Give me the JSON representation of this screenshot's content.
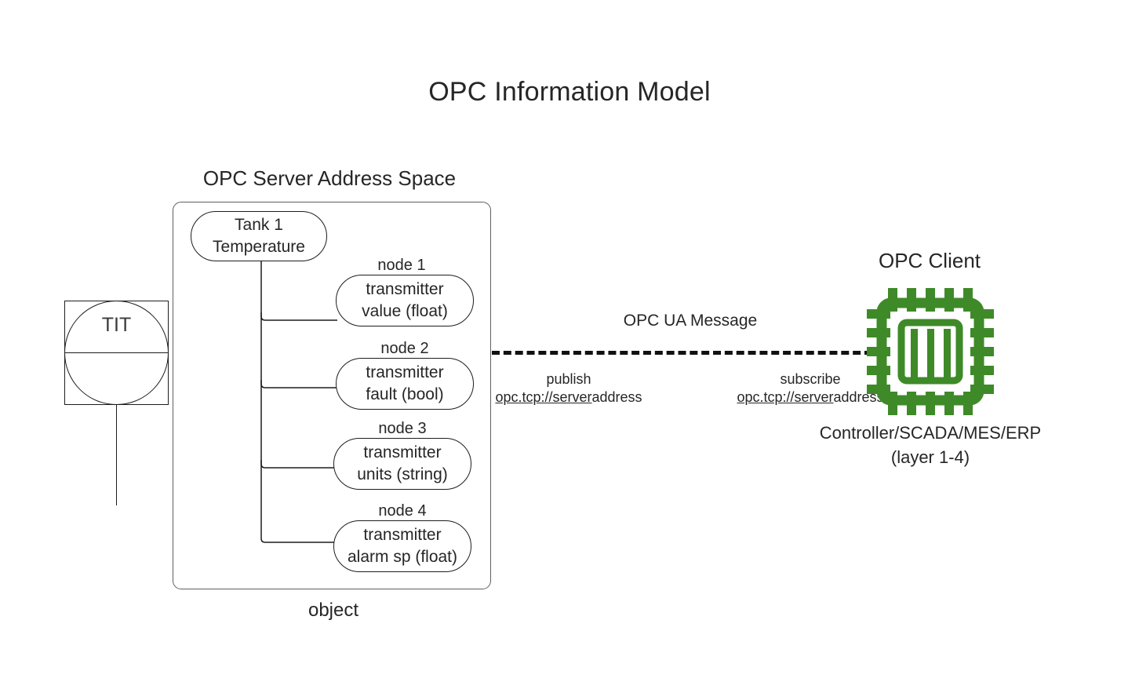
{
  "title": "OPC Information Model",
  "server": {
    "caption": "OPC Server Address Space",
    "footer_caption": "object",
    "root_node": "Tank 1\nTemperature",
    "root_node_line1": "Tank 1",
    "root_node_line2": "Temperature",
    "nodes": [
      {
        "caption": "node 1",
        "line1": "transmitter",
        "line2": "value (float)"
      },
      {
        "caption": "node 2",
        "line1": "transmitter",
        "line2": "fault (bool)"
      },
      {
        "caption": "node 3",
        "line1": "transmitter",
        "line2": "units (string)"
      },
      {
        "caption": "node 4",
        "line1": "transmitter",
        "line2": "alarm sp (float)"
      }
    ]
  },
  "instrument": {
    "tag": "TIT"
  },
  "link": {
    "message_label": "OPC UA Message",
    "publish": {
      "action": "publish",
      "url_link_part": "opc.tcp://server",
      "url_plain_part": "address"
    },
    "subscribe": {
      "action": "subscribe",
      "url_link_part": "opc.tcp://server",
      "url_plain_part": "address"
    }
  },
  "client": {
    "caption": "OPC Client",
    "sub_line1": "Controller/SCADA/MES/ERP",
    "sub_line2": "(layer 1-4)",
    "icon": "cpu-chip-icon"
  },
  "colors": {
    "chip_green": "#3E8A28",
    "stroke": "#1d1d1d",
    "container_stroke": "#5f5f5f",
    "text": "#262626"
  }
}
